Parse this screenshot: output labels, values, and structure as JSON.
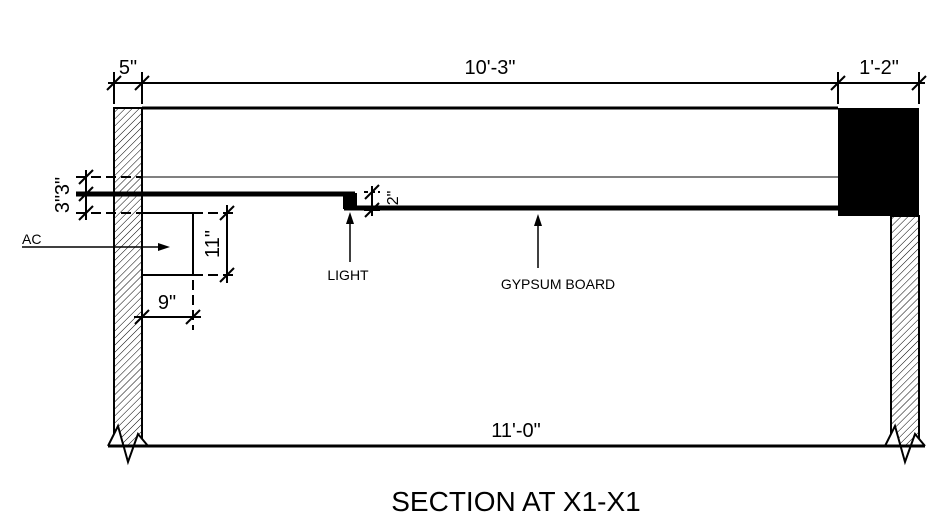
{
  "title": "SECTION AT X1-X1",
  "dimensions": {
    "left_wall": "5\"",
    "room_width": "10'-3\"",
    "right_block": "1'-2\"",
    "ceiling_drop_upper": "3\"",
    "ceiling_drop_lower": "3\"",
    "light_offset": "2\"",
    "ac_duct_height": "11\"",
    "ac_duct_width": "9\"",
    "overall_width": "11'-0\""
  },
  "labels": {
    "ac": "AC",
    "light": "LIGHT",
    "gypsum": "GYPSUM BOARD"
  },
  "colors": {
    "line": "#000000",
    "background": "#ffffff"
  }
}
